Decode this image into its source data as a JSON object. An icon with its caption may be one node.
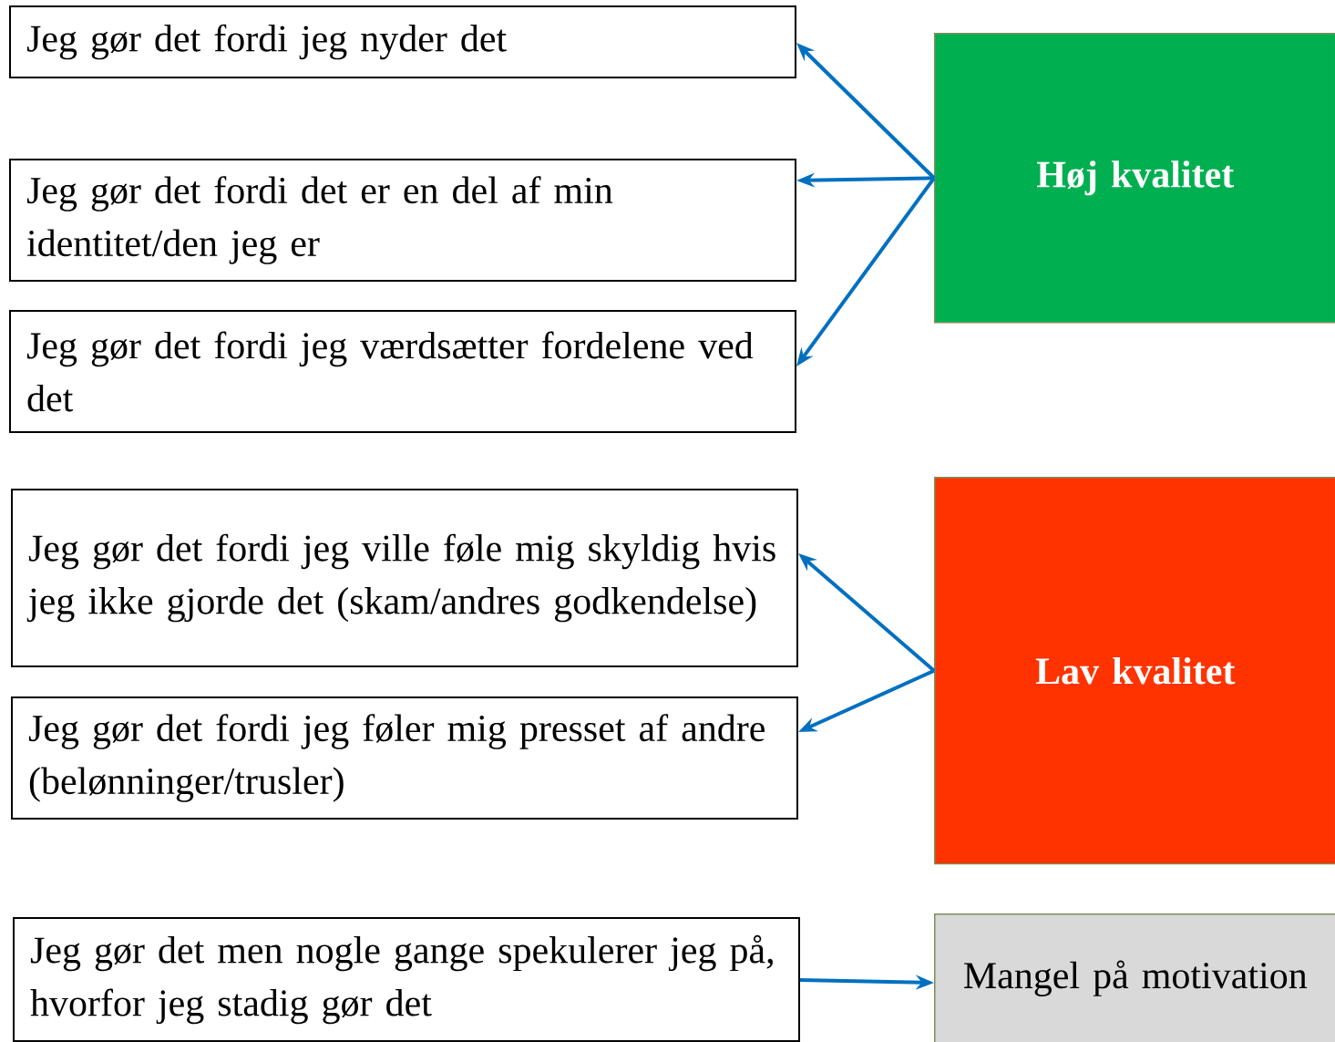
{
  "diagram": {
    "nodes": [
      {
        "text": [
          "Jeg gør det fordi jeg nyder det"
        ]
      },
      {
        "text": [
          "Jeg gør det fordi det er en del af min identitet/den jeg er"
        ]
      },
      {
        "text": [
          "Jeg gør det fordi jeg værdsætter fordelene ved det"
        ]
      },
      {
        "text": [
          "Høj kvalitet"
        ]
      },
      {
        "text": [
          "Jeg gør det fordi jeg ville føle mig skyldig hvis jeg ikke gjorde det (skam/andres godkendelse)"
        ]
      },
      {
        "text": [
          "Jeg gør det fordi jeg føler mig presset af andre (belønninger/trusler)"
        ]
      },
      {
        "text": [
          "Lav kvalitet"
        ]
      },
      {
        "text": [
          "Jeg gør det men nogle gange spekulerer jeg på, hvorfor jeg stadig gør det"
        ]
      },
      {
        "text": [
          "Mangel på motivation"
        ]
      }
    ],
    "edges": [
      {
        "from": 3,
        "to": 0,
        "arrow": "to"
      },
      {
        "from": 3,
        "to": 1,
        "arrow": "to"
      },
      {
        "from": 3,
        "to": 2,
        "arrow": "to"
      },
      {
        "from": 6,
        "to": 4,
        "arrow": "to"
      },
      {
        "from": 6,
        "to": 5,
        "arrow": "to"
      },
      {
        "from": 7,
        "to": 8,
        "arrow": "to"
      }
    ]
  }
}
